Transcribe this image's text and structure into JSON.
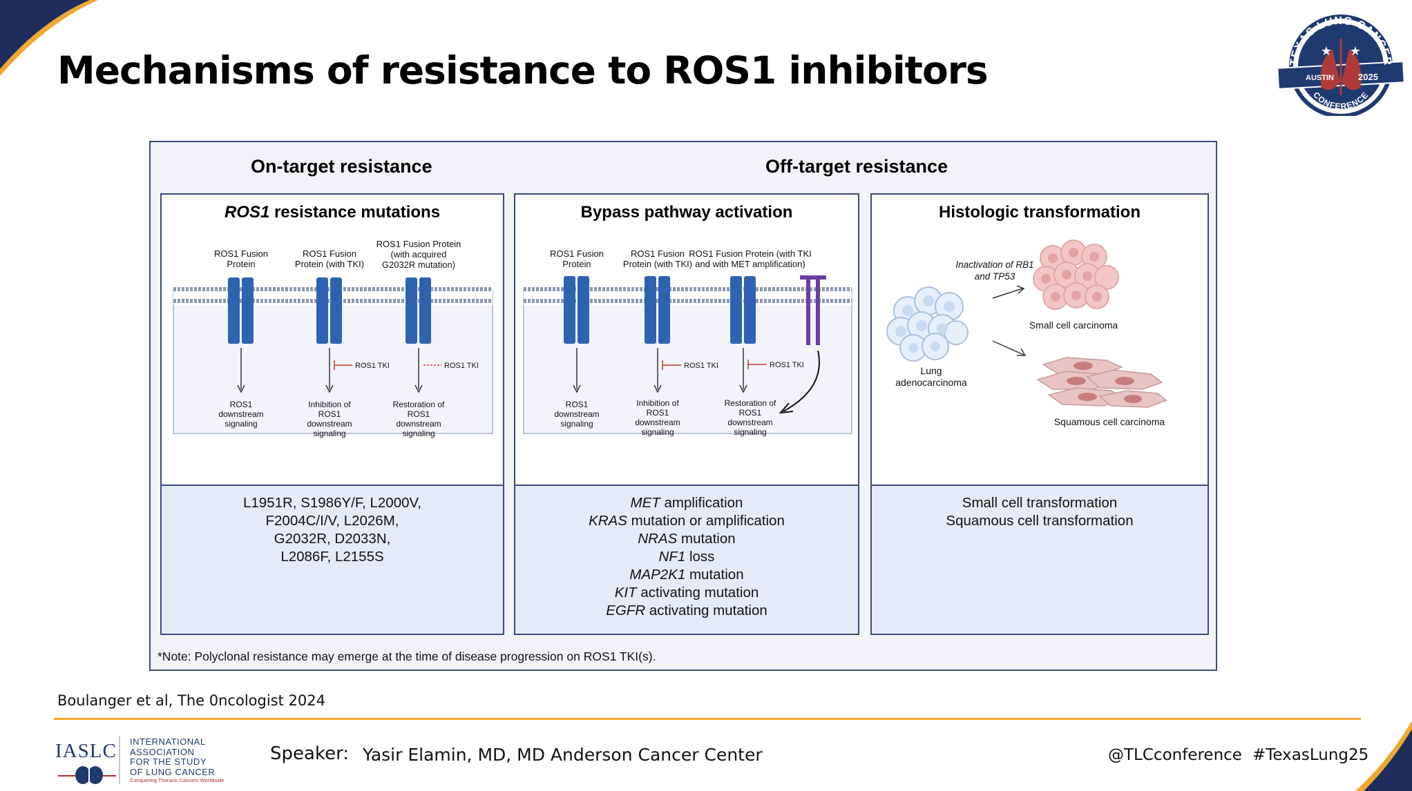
{
  "slide": {
    "title": "Mechanisms of resistance to ROS1 inhibitors",
    "citation": "Boulanger et al, The 0ncologist 2024"
  },
  "logo": {
    "arc_text": "TEXAS LUNG CANCER",
    "city": "AUSTIN",
    "year": "2025",
    "bottom_text": "CONFERENCE"
  },
  "figure": {
    "on_target_title": "On-target resistance",
    "off_target_title": "Off-target resistance",
    "note": "*Note: Polyclonal resistance may emerge at the time of disease progression on ROS1 TKI(s).",
    "panels": {
      "mutations": {
        "title_italic": "ROS1",
        "title_rest": " resistance mutations",
        "receptors": [
          {
            "label": [
              "ROS1 Fusion",
              "Protein"
            ],
            "outcome": [
              "ROS1",
              "downstream",
              "signaling"
            ]
          },
          {
            "label": [
              "ROS1 Fusion",
              "Protein (with TKI)"
            ],
            "outcome": [
              "Inhibition of",
              "ROS1",
              "downstream",
              "signaling"
            ]
          },
          {
            "label": [
              "ROS1 Fusion Protein",
              "(with acquired",
              "G2032R mutation)"
            ],
            "outcome": [
              "Restoration of",
              "ROS1",
              "downstream",
              "signaling"
            ]
          }
        ],
        "tki_label": "ROS1 TKI",
        "list": [
          "L1951R, S1986Y/F, L2000V,",
          "F2004C/I/V, L2026M,",
          "G2032R, D2033N,",
          "L2086F, L2155S"
        ]
      },
      "bypass": {
        "title": "Bypass pathway activation",
        "receptors": [
          {
            "label": [
              "ROS1 Fusion",
              "Protein"
            ],
            "outcome": [
              "ROS1",
              "downstream",
              "signaling"
            ]
          },
          {
            "label": [
              "ROS1 Fusion",
              "Protein (with TKI)"
            ],
            "outcome": [
              "Inhibition of",
              "ROS1",
              "downstream",
              "signaling"
            ]
          },
          {
            "label": [
              "ROS1 Fusion Protein (with TKI",
              "and with MET amplification)"
            ],
            "outcome": [
              "Restoration of",
              "ROS1",
              "downstream",
              "signaling"
            ]
          }
        ],
        "tki_label": "ROS1 TKI",
        "list": [
          {
            "italic": "MET",
            "rest": " amplification"
          },
          {
            "italic": "KRAS",
            "rest": " mutation or amplification"
          },
          {
            "italic": "NRAS",
            "rest": " mutation"
          },
          {
            "italic": "NF1",
            "rest": " loss"
          },
          {
            "italic": "MAP2K1",
            "rest": " mutation"
          },
          {
            "italic": "KIT",
            "rest": " activating mutation"
          },
          {
            "italic": "EGFR",
            "rest": " activating mutation"
          }
        ]
      },
      "histologic": {
        "title": "Histologic transformation",
        "inactivation": [
          "Inactivation of RB1",
          "and TP53"
        ],
        "source_label": [
          "Lung",
          "adenocarcinoma"
        ],
        "small_cell_label": "Small cell carcinoma",
        "squamous_label": "Squamous cell carcinoma",
        "list": [
          "Small cell transformation",
          "Squamous cell transformation"
        ]
      }
    }
  },
  "footer": {
    "org_abbrev": "IASLC",
    "org_name": [
      "INTERNATIONAL",
      "ASSOCIATION",
      "FOR THE STUDY",
      "OF LUNG CANCER"
    ],
    "org_tagline": "Conquering Thoracic Cancers Worldwide",
    "speaker_label": "Speaker:",
    "speaker_name": "Yasir Elamin, MD, MD Anderson Cancer Center",
    "handle": "@TLCconference",
    "hashtag": "#TexasLung25"
  },
  "colors": {
    "navy": "#1f3a6e",
    "gold": "#f0a830",
    "receptor_blue": "#2f63b0",
    "met_purple": "#6a3fa0",
    "inhibit_red": "#c0392b",
    "panel_fill": "#e5ebf6"
  }
}
